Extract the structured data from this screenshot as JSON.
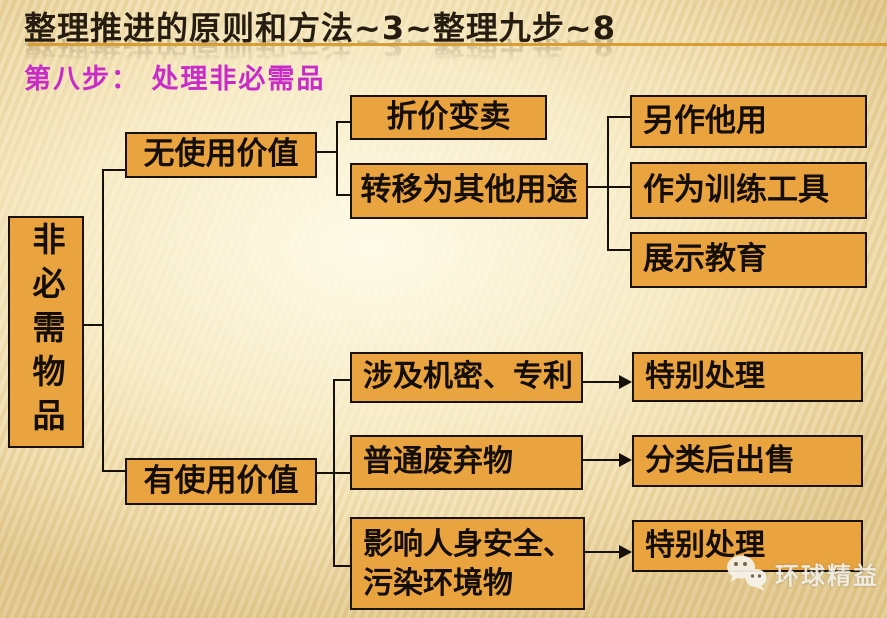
{
  "slide": {
    "title": "整理推进的原则和方法~3~整理九步~8",
    "subtitle": "第八步： 处理非必需品"
  },
  "nodes": {
    "root": "非必需物品",
    "noValue": "无使用价值",
    "sell": "折价变卖",
    "transfer": "转移为其他用途",
    "otherUse": "另作他用",
    "training": "作为训练工具",
    "education": "展示教育",
    "hasValue": "有使用价值",
    "secret": "涉及机密、专利",
    "waste": "普通废弃物",
    "safety": "影响人身安全、\n污染环境物",
    "special1": "特别处理",
    "sortSell": "分类后出售",
    "special2": "特别处理"
  },
  "watermark": {
    "label": "环球精益",
    "icon": "wechat-icon"
  },
  "colors": {
    "box_fill": "#E9A440",
    "box_border": "#191209",
    "box_text": "#140E06",
    "title_text": "#261C10",
    "subtitle_text": "#C92BC9",
    "divider_line": "#D89D33",
    "connector": "#15100A",
    "background_center": "#FBF2D2",
    "background_edge": "#D9B877"
  }
}
